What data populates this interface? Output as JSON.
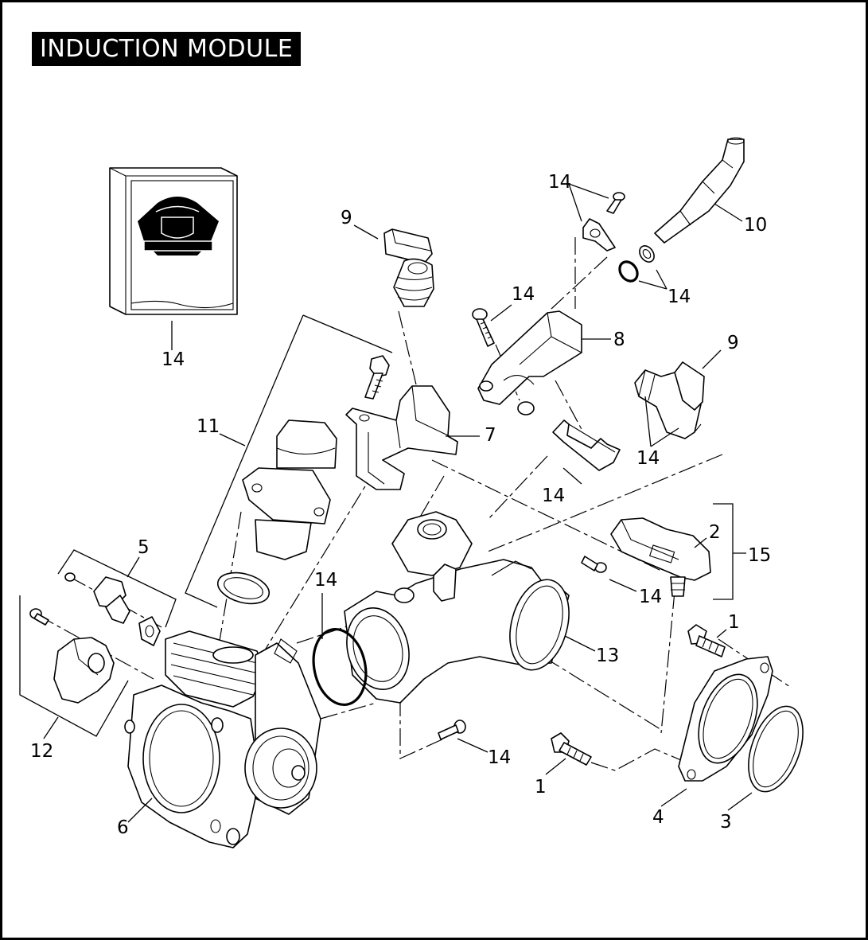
{
  "title": "INDUCTION MODULE",
  "callouts": [
    {
      "id": "c14a",
      "text": "14"
    },
    {
      "id": "c9a",
      "text": "9"
    },
    {
      "id": "c14b",
      "text": "14"
    },
    {
      "id": "c10",
      "text": "10"
    },
    {
      "id": "c14c",
      "text": "14"
    },
    {
      "id": "c14d",
      "text": "14"
    },
    {
      "id": "c8",
      "text": "8"
    },
    {
      "id": "c9b",
      "text": "9"
    },
    {
      "id": "c11",
      "text": "11"
    },
    {
      "id": "c7",
      "text": "7"
    },
    {
      "id": "c14e",
      "text": "14"
    },
    {
      "id": "c14f",
      "text": "14"
    },
    {
      "id": "c2",
      "text": "2"
    },
    {
      "id": "c15",
      "text": "15"
    },
    {
      "id": "c5",
      "text": "5"
    },
    {
      "id": "c14g",
      "text": "14"
    },
    {
      "id": "c14h",
      "text": "14"
    },
    {
      "id": "c1a",
      "text": "1"
    },
    {
      "id": "c13",
      "text": "13"
    },
    {
      "id": "c12",
      "text": "12"
    },
    {
      "id": "c14i",
      "text": "14"
    },
    {
      "id": "c1b",
      "text": "1"
    },
    {
      "id": "c6",
      "text": "6"
    },
    {
      "id": "c4",
      "text": "4"
    },
    {
      "id": "c3",
      "text": "3"
    }
  ]
}
